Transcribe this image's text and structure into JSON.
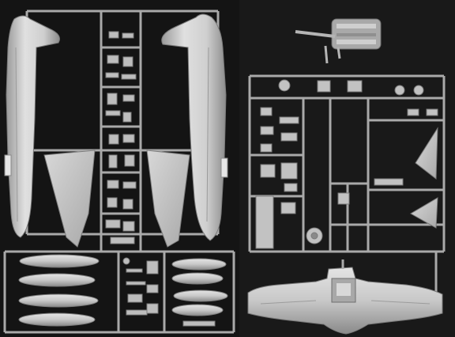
{
  "photo": {
    "background_color": "#141414",
    "plastic_color": "#c4c4c4",
    "plastic_shadow": "#8f8f8f",
    "plastic_highlight": "#e2e2e2",
    "left_panel": {
      "contents": [
        "fuselage-half-left",
        "fuselage-half-right",
        "wing-upper-left",
        "wing-upper-right",
        "drop-tanks",
        "small-parts-trees"
      ]
    },
    "right_panel": {
      "contents": [
        "lower-wing",
        "wing-tips",
        "cockpit-detail-parts",
        "separate-engine-part"
      ]
    }
  }
}
